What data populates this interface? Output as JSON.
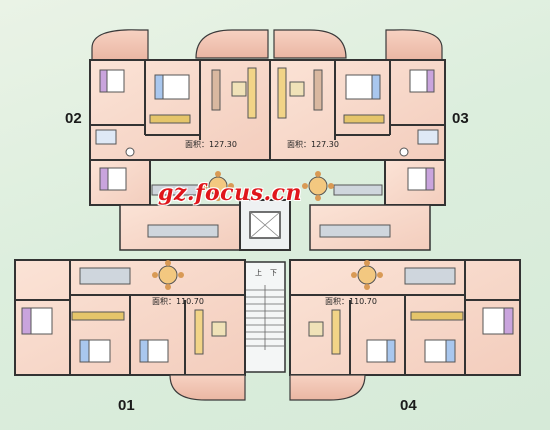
{
  "units": {
    "u01": "01",
    "u02": "02",
    "u03": "03",
    "u04": "04"
  },
  "areas": {
    "a02": "面积：127.30",
    "a03": "面积：127.30",
    "a01": "面积：110.70",
    "a04": "面积：110.70"
  },
  "stairs": {
    "up": "上",
    "down": "下"
  },
  "watermark": "gz.focus.cn",
  "colors": {
    "background": "#dceedd",
    "wall": "#3a3a3a",
    "floor": "#f6d7c8",
    "balcony": "#f2c4b4",
    "watermark": "#e0161b"
  }
}
